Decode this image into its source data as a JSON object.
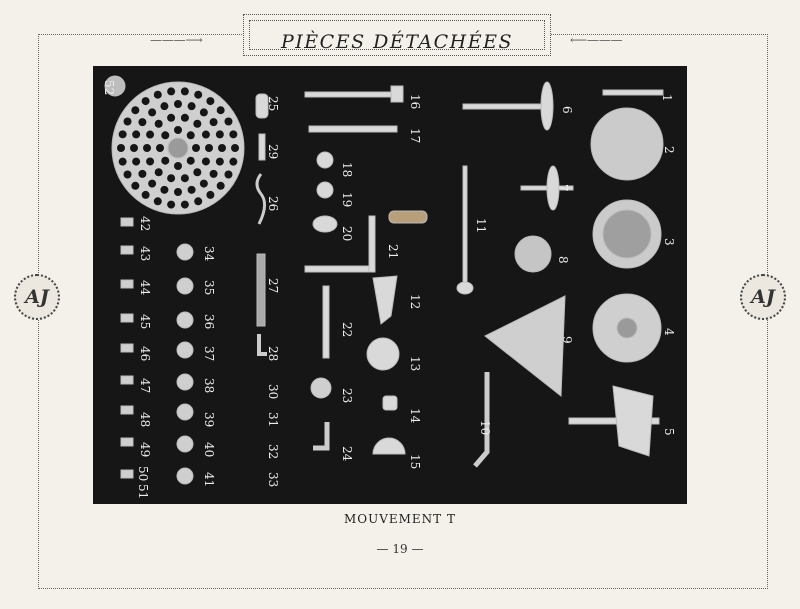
{
  "header": {
    "title": "PIÈCES DÉTACHÉES"
  },
  "medallions": {
    "monogram": "AJ"
  },
  "plate": {
    "labels": [
      "1",
      "2",
      "3",
      "4",
      "5",
      "6",
      "7",
      "8",
      "9",
      "10",
      "11",
      "12",
      "13",
      "14",
      "15",
      "16",
      "17",
      "18",
      "19",
      "20",
      "21",
      "22",
      "23",
      "24",
      "25",
      "26",
      "27",
      "28",
      "29",
      "30",
      "31",
      "32",
      "33",
      "34",
      "35",
      "36",
      "37",
      "38",
      "39",
      "40",
      "41",
      "42",
      "43",
      "44",
      "45",
      "46",
      "47",
      "48",
      "49",
      "50",
      "51",
      "52"
    ]
  },
  "caption": "MOUVEMENT T",
  "footer": {
    "page_number": "— 19 —"
  }
}
